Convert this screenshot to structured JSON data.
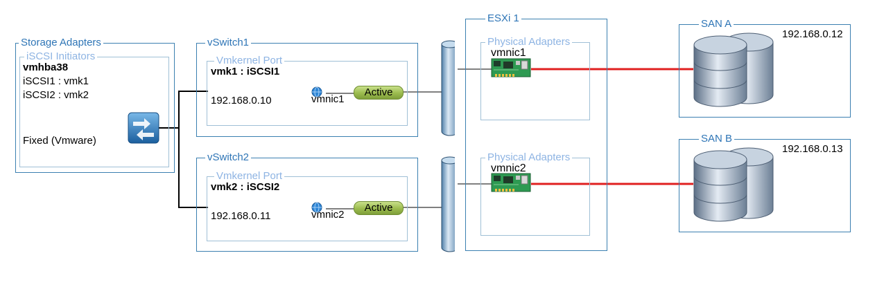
{
  "storage_adapters": {
    "title": "Storage Adapters",
    "initiators_title": "iSCSI Initiators",
    "hba": "vmhba38",
    "binding1": "iSCSI1 : vmk1",
    "binding2": "iSCSI2 : vmk2",
    "policy": "Fixed (Vmware)"
  },
  "vswitch1": {
    "title": "vSwitch1",
    "port_title": "Vmkernel Port",
    "port_name": "vmk1 : iSCSI1",
    "ip": "192.168.0.10",
    "nic": "vmnic1",
    "status": "Active"
  },
  "vswitch2": {
    "title": "vSwitch2",
    "port_title": "Vmkernel Port",
    "port_name": "vmk2 : iSCSI2",
    "ip": "192.168.0.11",
    "nic": "vmnic2",
    "status": "Active"
  },
  "esxi": {
    "title": "ESXi 1",
    "adapters": [
      {
        "title": "Physical Adapters",
        "nic": "vmnic1"
      },
      {
        "title": "Physical Adapters",
        "nic": "vmnic2"
      }
    ]
  },
  "sans": [
    {
      "title": "SAN A",
      "ip": "192.168.0.12"
    },
    {
      "title": "SAN B",
      "ip": "192.168.0.13"
    }
  ],
  "colors": {
    "outer_border": "#3a7fb0",
    "inner_border": "#9fbfd6",
    "dark_title": "#2e75b6",
    "light_title": "#8eb4e3",
    "san_link": "#e02020",
    "active_pill": "#9bbb4e"
  }
}
